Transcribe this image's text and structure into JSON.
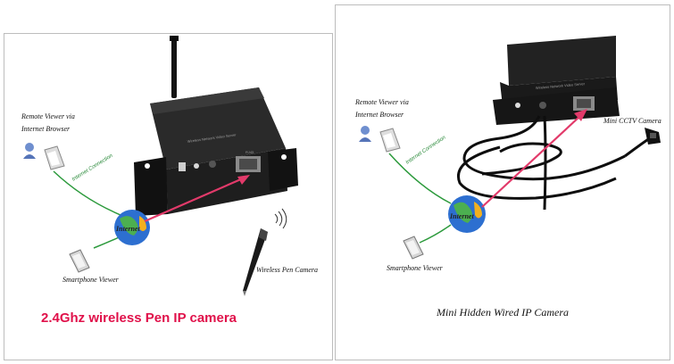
{
  "left": {
    "remote_viewer_label_1": "Remote Viewer via",
    "remote_viewer_label_2": "Internet Browser",
    "connection_label": "Internet Connection",
    "globe_label": "Internet",
    "smartphone_label": "Smartphone Viewer",
    "camera_label": "Wireless Pen Camera",
    "device_text": "Wireless Network Video Server",
    "port_label": "RJ45",
    "caption": "2.4Ghz wireless Pen IP camera"
  },
  "right": {
    "remote_viewer_label_1": "Remote Viewer via",
    "remote_viewer_label_2": "Internet Browser",
    "connection_label": "Internet Connection",
    "globe_label": "Internet",
    "smartphone_label": "Smartphone Viewer",
    "camera_label": "Mini CCTV Camera",
    "device_text": "Wireless Network Video Server",
    "caption": "Mini Hidden Wired IP Camera"
  },
  "colors": {
    "arrow": "#e23a6a",
    "connection_line": "#2c9a3c",
    "device_body": "#1f1f1f",
    "caption_red": "#e0114a"
  }
}
